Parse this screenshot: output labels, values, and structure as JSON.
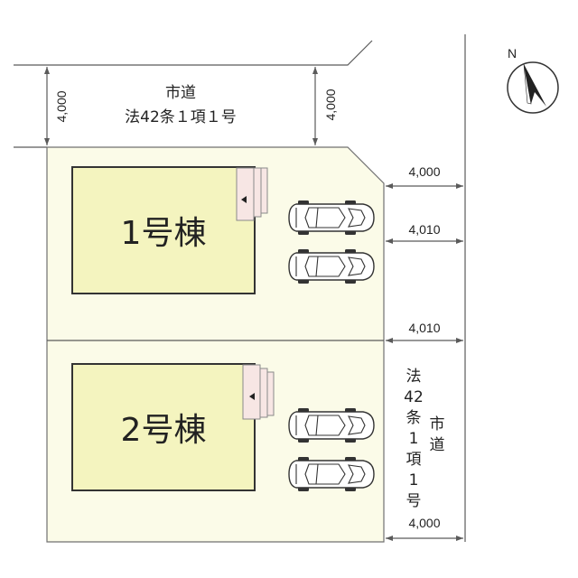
{
  "houses": {
    "house1": "1号棟",
    "house2": "2号棟"
  },
  "roads": {
    "north": {
      "line1": "市道",
      "line2": "法42条１項１号"
    },
    "east": {
      "col_right": [
        "市",
        "道"
      ],
      "col_left": [
        "法",
        "42",
        "条",
        "1",
        "項",
        "1",
        "号"
      ]
    }
  },
  "dimensions": {
    "north_left": "4,000",
    "north_right": "4,000",
    "east_1": "4,000",
    "east_2": "4,010",
    "east_3": "4,010",
    "east_4": "4,000"
  },
  "compass": {
    "label": "N"
  },
  "colors": {
    "lot": "#fbfbe8",
    "house": "#f4f4bf",
    "entry": "#f7e6e4",
    "line": "#5a5a5a"
  }
}
